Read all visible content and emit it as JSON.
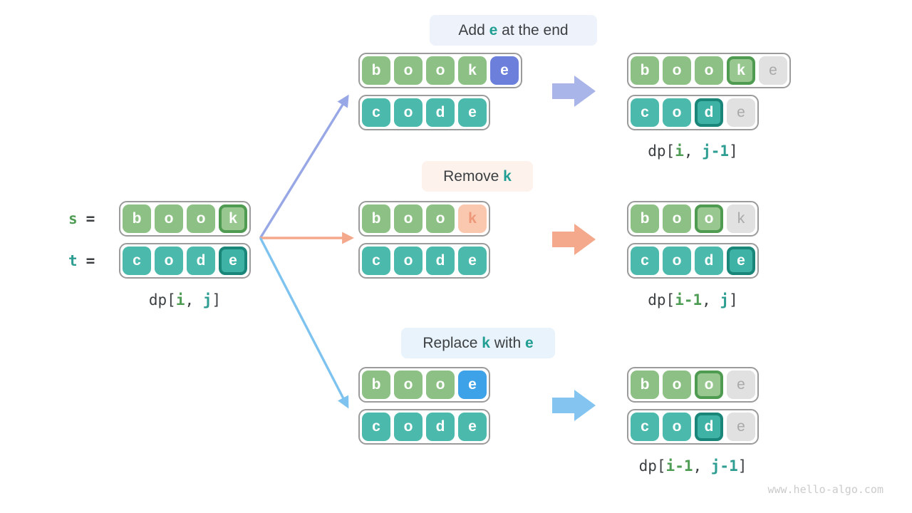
{
  "watermark": "www.hello-algo.com",
  "colors": {
    "green_cell": "#8dc084",
    "green_highlight_border": "#4f9b51",
    "teal_cell": "#4cb9ad",
    "teal_highlight_border": "#1a8679",
    "gray_disabled_cell": "#e1e1e1",
    "peach_remove_cell": "#fac7af",
    "periwinkle_add_cell": "#6c80db",
    "skyblue_replace_cell": "#3ea2e9",
    "arrow_add": "#a9b4e8",
    "arrow_remove": "#f5a98c",
    "arrow_replace": "#83c5f0",
    "line_add": "#98a7e6",
    "line_remove": "#f5a98c",
    "line_replace": "#7ec3ef",
    "label_bg_add": "#eef2fb",
    "label_bg_remove": "#fdf2ec",
    "label_bg_replace": "#e9f3fb"
  },
  "source": {
    "s_prefix": "s",
    "t_prefix": "t",
    "eq": "=",
    "top_cells": [
      {
        "ch": "b",
        "style": "green"
      },
      {
        "ch": "o",
        "style": "green"
      },
      {
        "ch": "o",
        "style": "green"
      },
      {
        "ch": "k",
        "style": "green-hl"
      }
    ],
    "bottom_cells": [
      {
        "ch": "c",
        "style": "teal"
      },
      {
        "ch": "o",
        "style": "teal"
      },
      {
        "ch": "d",
        "style": "teal"
      },
      {
        "ch": "e",
        "style": "teal-hl"
      }
    ],
    "dp": [
      {
        "t": "dp[",
        "c": "dark"
      },
      {
        "t": "i",
        "c": "green"
      },
      {
        "t": ", ",
        "c": "dark"
      },
      {
        "t": "j",
        "c": "teal"
      },
      {
        "t": "]",
        "c": "dark"
      }
    ]
  },
  "branches": [
    {
      "name": "add",
      "label": [
        {
          "t": "Add ",
          "c": "dark"
        },
        {
          "t": "e",
          "c": "teal-bold"
        },
        {
          "t": " at the end",
          "c": "dark"
        }
      ],
      "top_cells": [
        {
          "ch": "b",
          "style": "green"
        },
        {
          "ch": "o",
          "style": "green"
        },
        {
          "ch": "o",
          "style": "green"
        },
        {
          "ch": "k",
          "style": "green"
        },
        {
          "ch": "e",
          "style": "blue"
        }
      ],
      "bottom_cells": [
        {
          "ch": "c",
          "style": "teal"
        },
        {
          "ch": "o",
          "style": "teal"
        },
        {
          "ch": "d",
          "style": "teal"
        },
        {
          "ch": "e",
          "style": "teal"
        }
      ],
      "result_top_cells": [
        {
          "ch": "b",
          "style": "green"
        },
        {
          "ch": "o",
          "style": "green"
        },
        {
          "ch": "o",
          "style": "green"
        },
        {
          "ch": "k",
          "style": "green-hl"
        },
        {
          "ch": "e",
          "style": "gray"
        }
      ],
      "result_bottom_cells": [
        {
          "ch": "c",
          "style": "teal"
        },
        {
          "ch": "o",
          "style": "teal"
        },
        {
          "ch": "d",
          "style": "teal-hl"
        },
        {
          "ch": "e",
          "style": "gray"
        }
      ],
      "result_dp": [
        {
          "t": "dp[",
          "c": "dark"
        },
        {
          "t": "i",
          "c": "green"
        },
        {
          "t": ", ",
          "c": "dark"
        },
        {
          "t": "j-1",
          "c": "teal"
        },
        {
          "t": "]",
          "c": "dark"
        }
      ]
    },
    {
      "name": "remove",
      "label": [
        {
          "t": "Remove ",
          "c": "dark"
        },
        {
          "t": "k",
          "c": "teal-bold"
        }
      ],
      "top_cells": [
        {
          "ch": "b",
          "style": "green"
        },
        {
          "ch": "o",
          "style": "green"
        },
        {
          "ch": "o",
          "style": "green"
        },
        {
          "ch": "k",
          "style": "peach"
        }
      ],
      "bottom_cells": [
        {
          "ch": "c",
          "style": "teal"
        },
        {
          "ch": "o",
          "style": "teal"
        },
        {
          "ch": "d",
          "style": "teal"
        },
        {
          "ch": "e",
          "style": "teal"
        }
      ],
      "result_top_cells": [
        {
          "ch": "b",
          "style": "green"
        },
        {
          "ch": "o",
          "style": "green"
        },
        {
          "ch": "o",
          "style": "green-hl"
        },
        {
          "ch": "k",
          "style": "gray"
        }
      ],
      "result_bottom_cells": [
        {
          "ch": "c",
          "style": "teal"
        },
        {
          "ch": "o",
          "style": "teal"
        },
        {
          "ch": "d",
          "style": "teal"
        },
        {
          "ch": "e",
          "style": "teal-hl"
        }
      ],
      "result_dp": [
        {
          "t": "dp[",
          "c": "dark"
        },
        {
          "t": "i-1",
          "c": "green"
        },
        {
          "t": ", ",
          "c": "dark"
        },
        {
          "t": "j",
          "c": "teal"
        },
        {
          "t": "]",
          "c": "dark"
        }
      ]
    },
    {
      "name": "replace",
      "label": [
        {
          "t": "Replace ",
          "c": "dark"
        },
        {
          "t": "k",
          "c": "teal-bold"
        },
        {
          "t": " with ",
          "c": "dark"
        },
        {
          "t": "e",
          "c": "teal-bold"
        }
      ],
      "top_cells": [
        {
          "ch": "b",
          "style": "green"
        },
        {
          "ch": "o",
          "style": "green"
        },
        {
          "ch": "o",
          "style": "green"
        },
        {
          "ch": "e",
          "style": "skyblue"
        }
      ],
      "bottom_cells": [
        {
          "ch": "c",
          "style": "teal"
        },
        {
          "ch": "o",
          "style": "teal"
        },
        {
          "ch": "d",
          "style": "teal"
        },
        {
          "ch": "e",
          "style": "teal"
        }
      ],
      "result_top_cells": [
        {
          "ch": "b",
          "style": "green"
        },
        {
          "ch": "o",
          "style": "green"
        },
        {
          "ch": "o",
          "style": "green-hl"
        },
        {
          "ch": "e",
          "style": "gray"
        }
      ],
      "result_bottom_cells": [
        {
          "ch": "c",
          "style": "teal"
        },
        {
          "ch": "o",
          "style": "teal"
        },
        {
          "ch": "d",
          "style": "teal-hl"
        },
        {
          "ch": "e",
          "style": "gray"
        }
      ],
      "result_dp": [
        {
          "t": "dp[",
          "c": "dark"
        },
        {
          "t": "i-1",
          "c": "green"
        },
        {
          "t": ", ",
          "c": "dark"
        },
        {
          "t": "j-1",
          "c": "teal"
        },
        {
          "t": "]",
          "c": "dark"
        }
      ]
    }
  ]
}
